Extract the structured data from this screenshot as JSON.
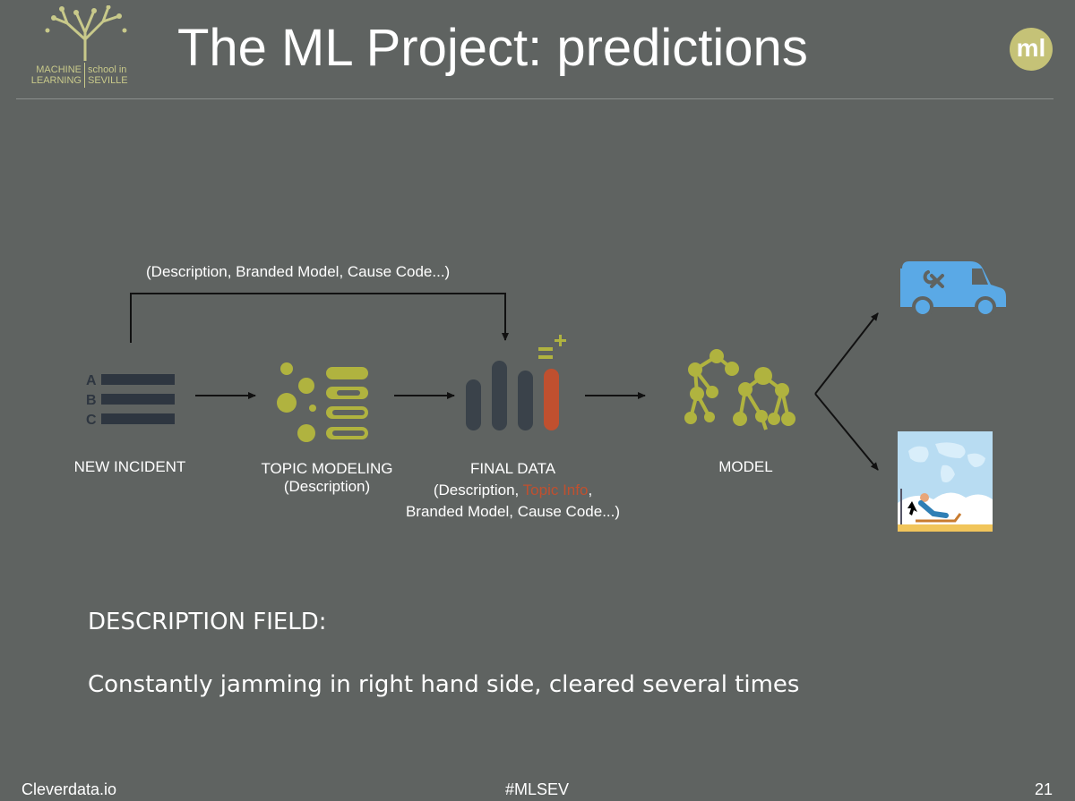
{
  "logo": {
    "line1_left": "MACHINE",
    "line2_left": "LEARNING",
    "line1_right": "school in",
    "line2_right": "SEVILLE"
  },
  "title": "The ML Project: predictions",
  "badge": "ml",
  "diagram": {
    "top_label": "(Description, Branded Model, Cause Code...)",
    "incident": {
      "letters": [
        "A",
        "B",
        "C"
      ],
      "label": "NEW INCIDENT"
    },
    "topic": {
      "label_line1": "TOPIC MODELING",
      "label_line2": "(Description)"
    },
    "final": {
      "label_line1": "FINAL DATA",
      "label_line2_pre": "(Description, ",
      "label_line2_highlight": "Topic Info",
      "label_line2_post": ",",
      "label_line3": "Branded Model, Cause Code...)"
    },
    "model": {
      "label": "MODEL"
    },
    "colors": {
      "accent_green": "#b0b33f",
      "accent_red": "#c0502f",
      "dark_bar": "#3a424a",
      "van_blue": "#5aa9e6"
    },
    "icons": [
      "list-abc-icon",
      "topic-modeling-icon",
      "data-bars-icon",
      "tree-model-icon",
      "repair-van-icon",
      "vacation-icon"
    ]
  },
  "description": {
    "heading": "DESCRIPTION FIELD:",
    "text": "Constantly jamming in right hand side, cleared several times"
  },
  "footer": {
    "left": "Cleverdata.io",
    "center": "#MLSEV",
    "page": "21"
  }
}
